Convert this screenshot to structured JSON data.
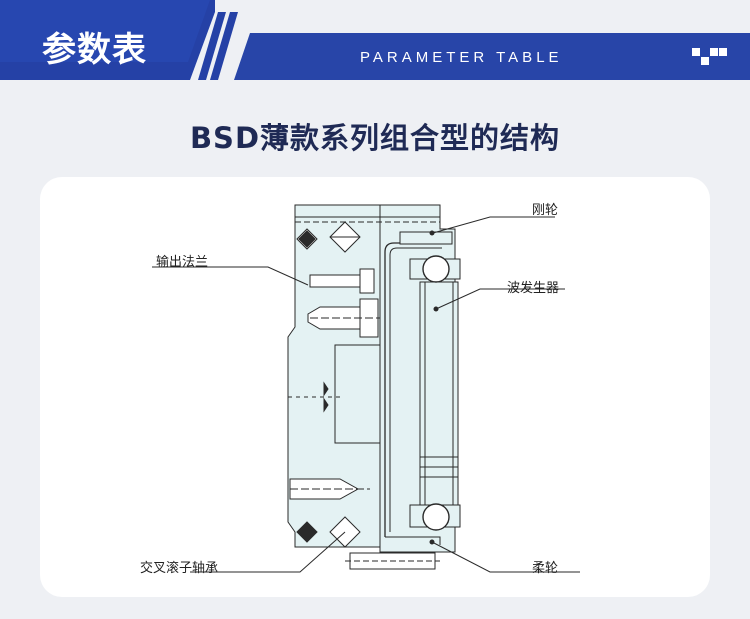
{
  "header": {
    "title": "参数表",
    "subtitle": "PARAMETER TABLE"
  },
  "main": {
    "title": "BSD薄款系列组合型的结构"
  },
  "diagram": {
    "labels": {
      "rigid_wheel": "刚轮",
      "output_flange": "输出法兰",
      "wave_generator": "波发生器",
      "cross_roller_bearing": "交叉滚子轴承",
      "flexspline": "柔轮"
    }
  },
  "colors": {
    "banner_blue": "#2845a8",
    "banner_light": "#2f55c8",
    "title_navy": "#1f2a55",
    "part_fill": "#e4f2f3",
    "line_dark": "#2a2a2a"
  }
}
